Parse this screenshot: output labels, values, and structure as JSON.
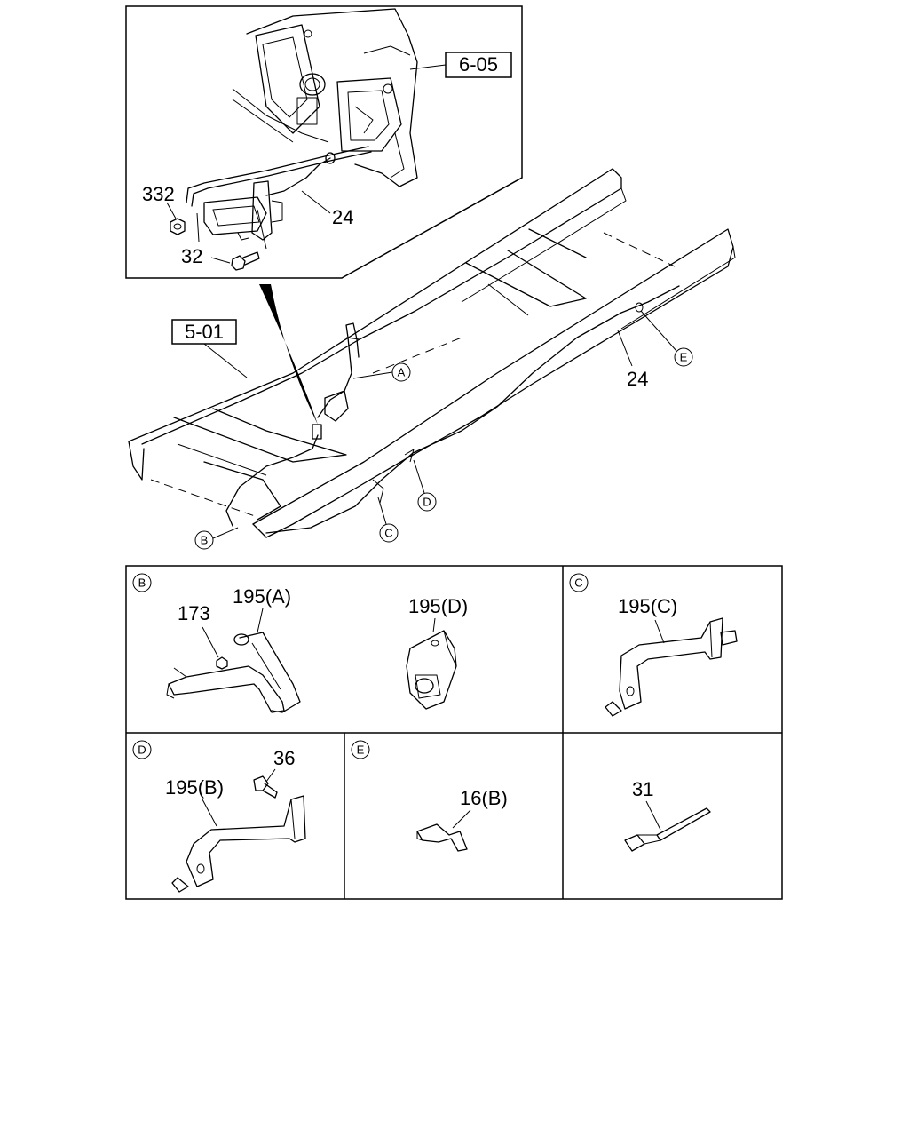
{
  "inset_labels": {
    "ref_6_05": "6-05",
    "part_332": "332",
    "part_24": "24",
    "part_32": "32"
  },
  "main_labels": {
    "ref_5_01": "5-01",
    "part_24": "24",
    "callout_a": "A",
    "callout_b": "B",
    "callout_c": "C",
    "callout_d": "D",
    "callout_e": "E"
  },
  "detail_b": {
    "tag": "B",
    "part_195a": "195(A)",
    "part_173": "173",
    "part_195d": "195(D)"
  },
  "detail_c": {
    "tag": "C",
    "part_195c": "195(C)"
  },
  "detail_d": {
    "tag": "D",
    "part_36": "36",
    "part_195b": "195(B)"
  },
  "detail_e": {
    "tag": "E",
    "part_16b": "16(B)"
  },
  "detail_misc": {
    "part_31": "31"
  }
}
